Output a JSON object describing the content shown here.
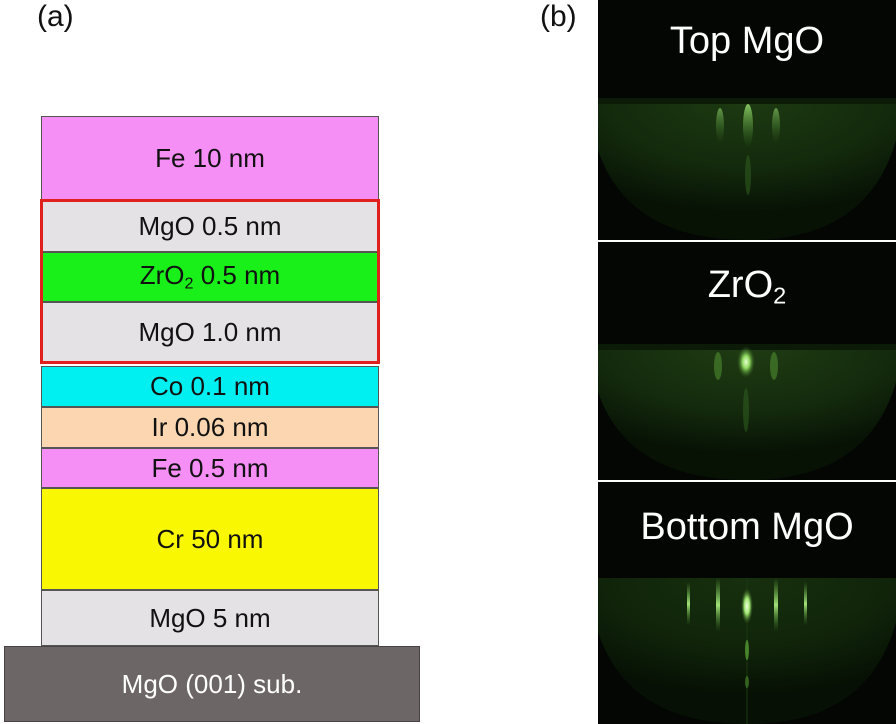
{
  "panels": {
    "a_label": "(a)",
    "b_label": "(b)"
  },
  "stack": {
    "layers": [
      {
        "text": "Fe 10 nm",
        "color": "#f58ef5"
      },
      {
        "text": "MgO 0.5 nm",
        "color": "#e4e2e4"
      },
      {
        "text_main": "ZrO",
        "text_sub": "2",
        "text_rest": " 0.5 nm",
        "color": "#19ef19"
      },
      {
        "text": "MgO 1.0 nm",
        "color": "#e4e2e4"
      },
      {
        "text": "Co 0.1 nm",
        "color": "#00f0f2"
      },
      {
        "text": "Ir 0.06 nm",
        "color": "#fbd6b1"
      },
      {
        "text": "Fe 0.5 nm",
        "color": "#f58ef5"
      },
      {
        "text": "Cr 50 nm",
        "color": "#f9f802"
      },
      {
        "text": "MgO 5 nm",
        "color": "#e4e2e4"
      },
      {
        "text": "MgO (001) sub.",
        "color": "#6d6667"
      }
    ],
    "barrier_highlight_color": "#e0201c"
  },
  "rheed": [
    {
      "title": "Top MgO"
    },
    {
      "title_main": "ZrO",
      "title_sub": "2"
    },
    {
      "title": "Bottom MgO"
    }
  ]
}
